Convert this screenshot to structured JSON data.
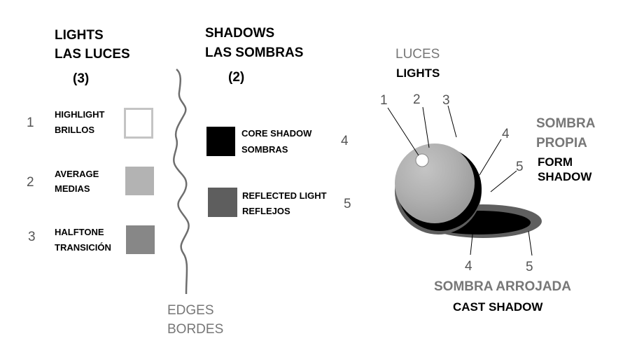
{
  "lights": {
    "title_en": "LIGHTS",
    "title_es": "LAS LUCES",
    "count": "(3)",
    "items": [
      {
        "number": "1",
        "label_en": "HIGHLIGHT",
        "label_es": "BRILLOS",
        "color": "#ffffff"
      },
      {
        "number": "2",
        "label_en": "AVERAGE",
        "label_es": "MEDIAS",
        "color": "#b3b3b3"
      },
      {
        "number": "3",
        "label_en": "HALFTONE",
        "label_es": "TRANSICIÓN",
        "color": "#878787"
      }
    ]
  },
  "shadows": {
    "title_en": "SHADOWS",
    "title_es": "LAS SOMBRAS",
    "count": "(2)",
    "items": [
      {
        "number": "4",
        "label_en": "CORE SHADOW",
        "label_es": "SOMBRAS",
        "color": "#000000"
      },
      {
        "number": "5",
        "label_en": "REFLECTED LIGHT",
        "label_es": "REFLEJOS",
        "color": "#5e5e5e"
      }
    ]
  },
  "edges": {
    "label_en": "EDGES",
    "label_es": "BORDES"
  },
  "sphere": {
    "lights_es": "LUCES",
    "lights_en": "LIGHTS",
    "form_shadow_es_1": "SOMBRA",
    "form_shadow_es_2": "PROPIA",
    "form_shadow_en_1": "FORM",
    "form_shadow_en_2": "SHADOW",
    "cast_shadow_es": "SOMBRA ARROJADA",
    "cast_shadow_en": "CAST SHADOW",
    "callout_top": [
      "1",
      "2",
      "3"
    ],
    "callout_right": [
      "4",
      "5"
    ],
    "callout_bottom": [
      "4",
      "5"
    ]
  }
}
